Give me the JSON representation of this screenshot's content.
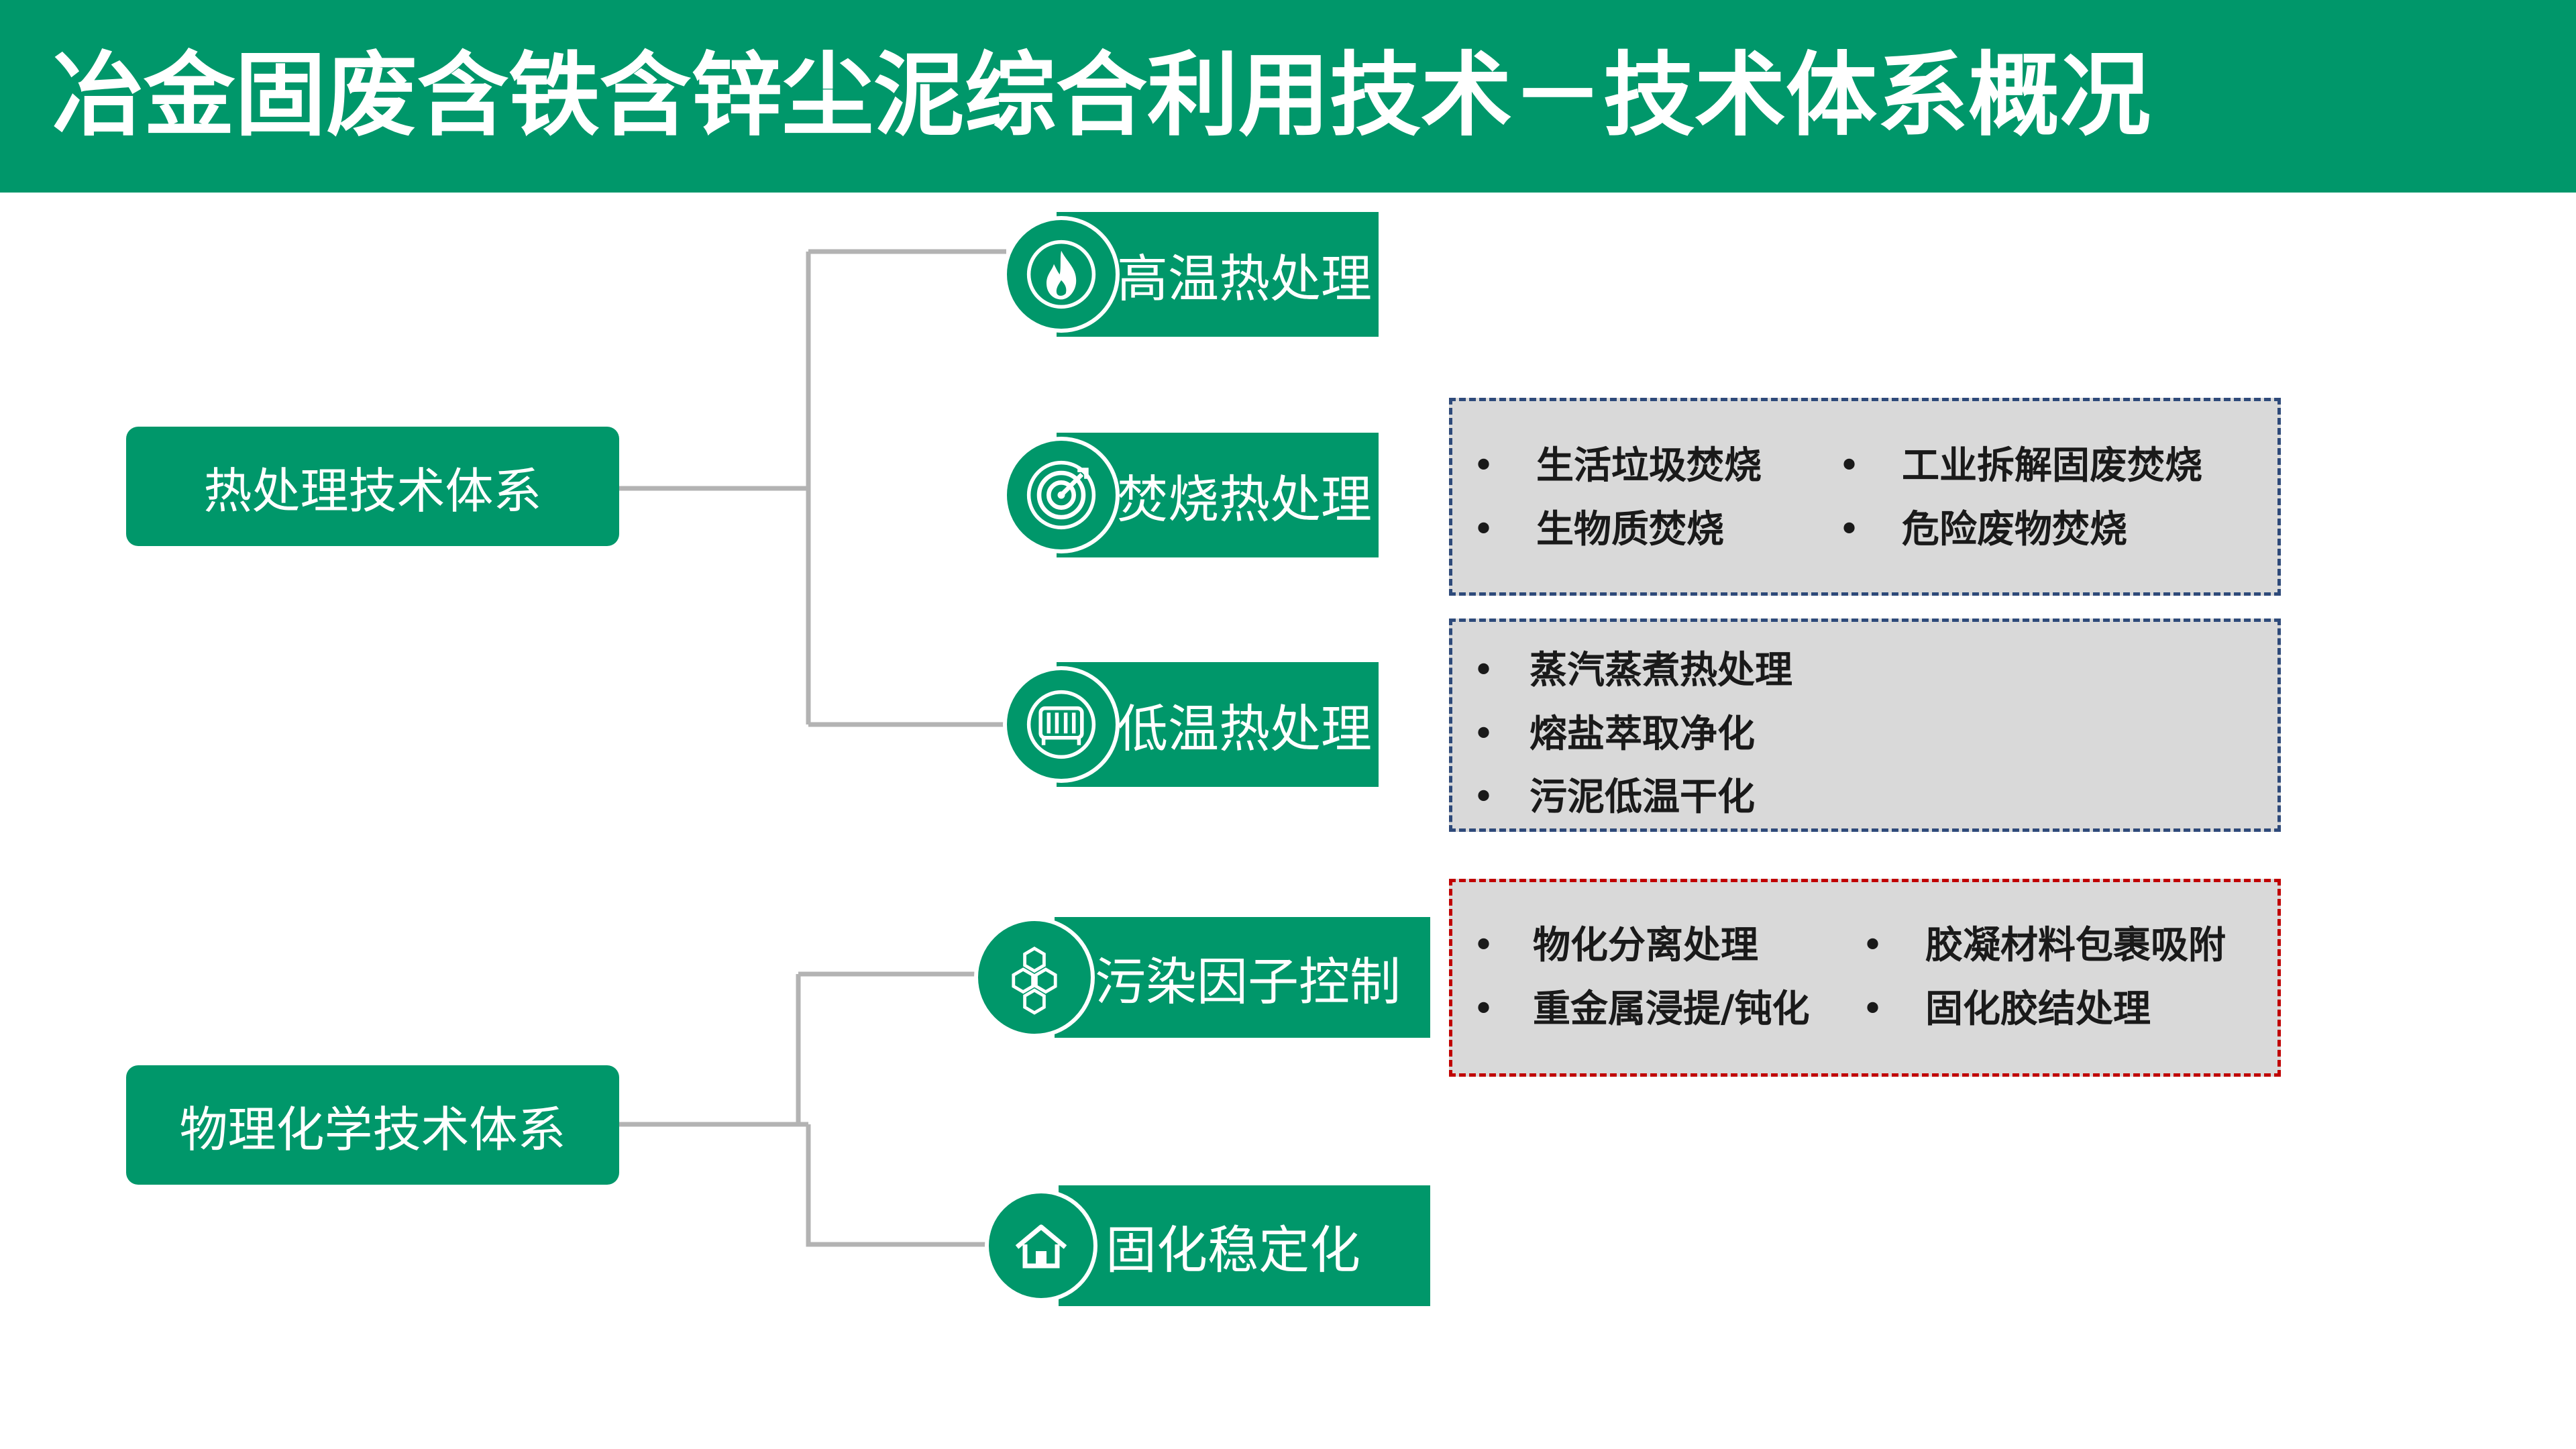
{
  "title": "冶金固废含铁含锌尘泥综合利用技术－技术体系概况",
  "roots": {
    "thermal": "热处理技术体系",
    "physchem": "物理化学技术体系"
  },
  "nodes": {
    "high_temp": "高温热处理",
    "incineration": "焚烧热处理",
    "low_temp": "低温热处理",
    "pollution_control": "污染因子控制",
    "solidification": "固化稳定化"
  },
  "boxes": {
    "incineration": [
      "生活垃圾焚烧",
      "工业拆解固废焚烧",
      "生物质焚烧",
      "危险废物焚烧"
    ],
    "low_temp": [
      "蒸汽蒸煮热处理",
      "熔盐萃取净化",
      "污泥低温干化"
    ],
    "pollution": [
      "物化分离处理",
      "胶凝材料包裹吸附",
      "重金属浸提/钝化",
      "固化胶结处理"
    ]
  },
  "bullet_char": "•",
  "icons": {
    "high_temp": "flame-icon",
    "incineration": "target-icon",
    "low_temp": "radiator-icon",
    "pollution_control": "hexagon-cluster-icon",
    "solidification": "house-icon"
  },
  "colors": {
    "green": "#00976a",
    "connector": "#b3b3b3",
    "box_fill": "#d9d9d9",
    "box_border_blue": "#2e4a7a",
    "box_border_red": "#c00000"
  }
}
